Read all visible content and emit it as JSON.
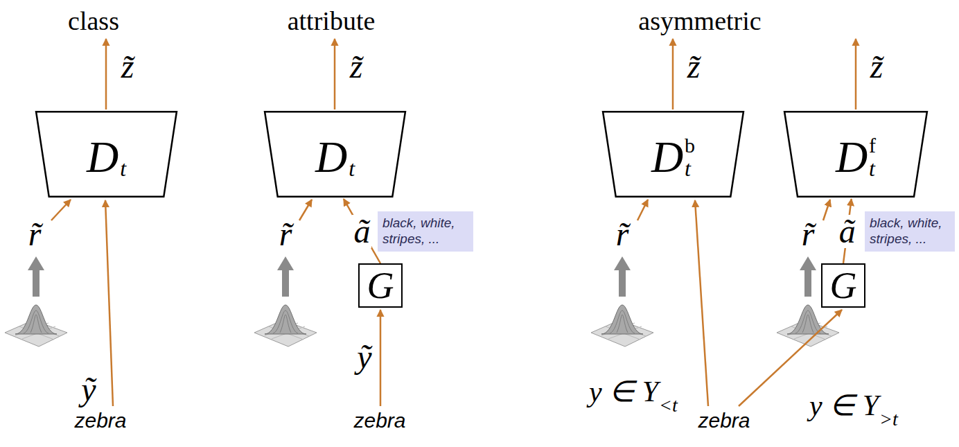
{
  "diagram": {
    "nodes": [
      {
        "text": [
          "D",
          "t"
        ]
      },
      {
        "text": [
          "D",
          "t"
        ]
      },
      {
        "text": [
          "black, white, stripes, ..."
        ]
      },
      {
        "text": [
          "G"
        ]
      },
      {
        "text": [
          "D",
          "t",
          "b"
        ]
      },
      {
        "text": [
          "D",
          "t",
          "f"
        ]
      },
      {
        "text": [
          "black, white, stripes, ..."
        ]
      },
      {
        "text": [
          "G"
        ]
      }
    ],
    "edges": [
      {
        "from": 3,
        "to": 1,
        "arrow": "to",
        "label": "ã"
      },
      {
        "from": 7,
        "to": 5,
        "arrow": "to",
        "label": "ã"
      }
    ],
    "labels": [
      "class",
      "attribute",
      "asymmetric",
      "z̃",
      "r̃",
      "ỹ",
      "zebra",
      "z̃",
      "r̃",
      "ỹ",
      "zebra",
      "z̃",
      "z̃",
      "r̃",
      "r̃",
      "y ∈ Y",
      "<t",
      "zebra",
      "y ∈ Y",
      ">t"
    ]
  }
}
